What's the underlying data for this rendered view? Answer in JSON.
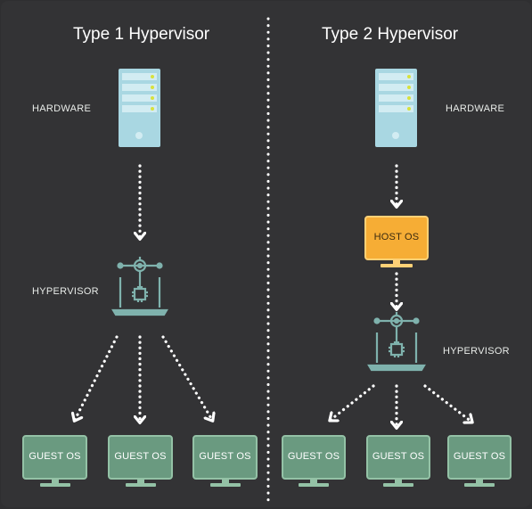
{
  "type1": {
    "title": "Type 1 Hypervisor",
    "hardware_label": "HARDWARE",
    "hypervisor_label": "HYPERVISOR",
    "guests": [
      "GUEST OS",
      "GUEST OS",
      "GUEST OS"
    ]
  },
  "type2": {
    "title": "Type 2 Hypervisor",
    "hardware_label": "HARDWARE",
    "host_label": "HOST OS",
    "hypervisor_label": "HYPERVISOR",
    "guests": [
      "GUEST OS",
      "GUEST OS",
      "GUEST OS"
    ]
  },
  "colors": {
    "background": "#333335",
    "server": "#a9d7e2",
    "server_light": "#d2ecf2",
    "server_lights": "#d8e23c",
    "hypervisor": "#7fb2ad",
    "guest_fill": "#6a9a80",
    "guest_border": "#94c2a6",
    "host_fill": "#f6ad35",
    "host_border": "#ffd176",
    "arrow": "#ffffff"
  },
  "icons": {
    "hardware": "server-icon",
    "hypervisor": "hypervisor-laptop-icon",
    "host": "monitor-icon",
    "guest": "monitor-icon",
    "arrow": "dotted-arrow-icon"
  }
}
